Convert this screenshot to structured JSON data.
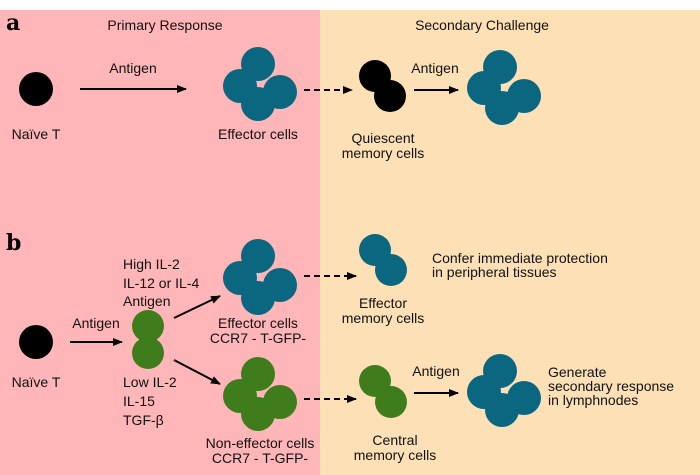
{
  "colors": {
    "primary_bg": "#ffb6b9",
    "secondary_bg": "#fde0b6",
    "effector": "#0b6680",
    "naive": "#000000",
    "green": "#3f7d1c"
  },
  "headers": {
    "primary": "Primary Response",
    "secondary": "Secondary Challenge"
  },
  "panel_a": {
    "letter": "a",
    "naive_label": "Naïve T",
    "arrow1_label": "Antigen",
    "effector_label": "Effector cells",
    "quiescent_label_1": "Quiescent",
    "quiescent_label_2": "memory cells",
    "arrow2_label": "Antigen"
  },
  "panel_b": {
    "letter": "b",
    "naive_label": "Naïve T",
    "arrow1_label": "Antigen",
    "high_conditions": [
      "High IL-2",
      "IL-12 or IL-4",
      "Antigen"
    ],
    "low_conditions": [
      "Low IL-2",
      "IL-15",
      "TGF-β"
    ],
    "effector_label_1": "Effector cells",
    "effector_label_2": "CCR7 - T-GFP-",
    "noneffector_label_1": "Non-effector cells",
    "noneffector_label_2": "CCR7 - T-GFP-",
    "effector_memory_label_1": "Effector",
    "effector_memory_label_2": "memory cells",
    "effector_memory_desc_1": "Confer immediate protection",
    "effector_memory_desc_2": "in peripheral tissues",
    "central_memory_label_1": "Central",
    "central_memory_label_2": "memory cells",
    "central_arrow_label": "Antigen",
    "central_desc_1": "Generate",
    "central_desc_2": "secondary response",
    "central_desc_3": "in lymphnodes"
  }
}
